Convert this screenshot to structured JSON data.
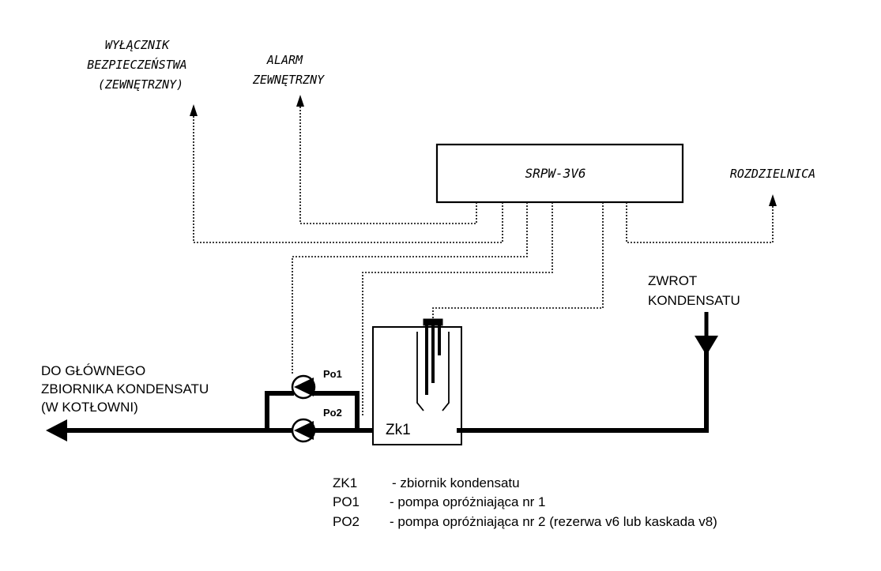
{
  "labels": {
    "wylacznik_1": "WYŁĄCZNIK",
    "wylacznik_2": "BEZPIECZEŃSTWA",
    "wylacznik_3": "(ZEWNĘTRZNY)",
    "alarm_1": "ALARM",
    "alarm_2": "ZEWNĘTRZNY",
    "controller": "SRPW-3V6",
    "rozdzielnica": "ROZDZIELNICA",
    "zwrot_1": "ZWROT",
    "zwrot_2": "KONDENSATU",
    "do_glownego_1": "DO GŁÓWNEGO",
    "do_glownego_2": "ZBIORNIKA KONDENSATU",
    "do_glownego_3": "(W KOTŁOWNI)",
    "pump1": "Po1",
    "pump2": "Po2",
    "tank": "Zk1"
  },
  "legend": [
    {
      "code": "ZK1",
      "description": "- zbiornik kondensatu"
    },
    {
      "code": "PO1",
      "description": "- pompa opróżniająca nr 1"
    },
    {
      "code": "PO2",
      "description": "- pompa opróżniająca nr 2 (rezerwa v6 lub kaskada v8)"
    }
  ]
}
